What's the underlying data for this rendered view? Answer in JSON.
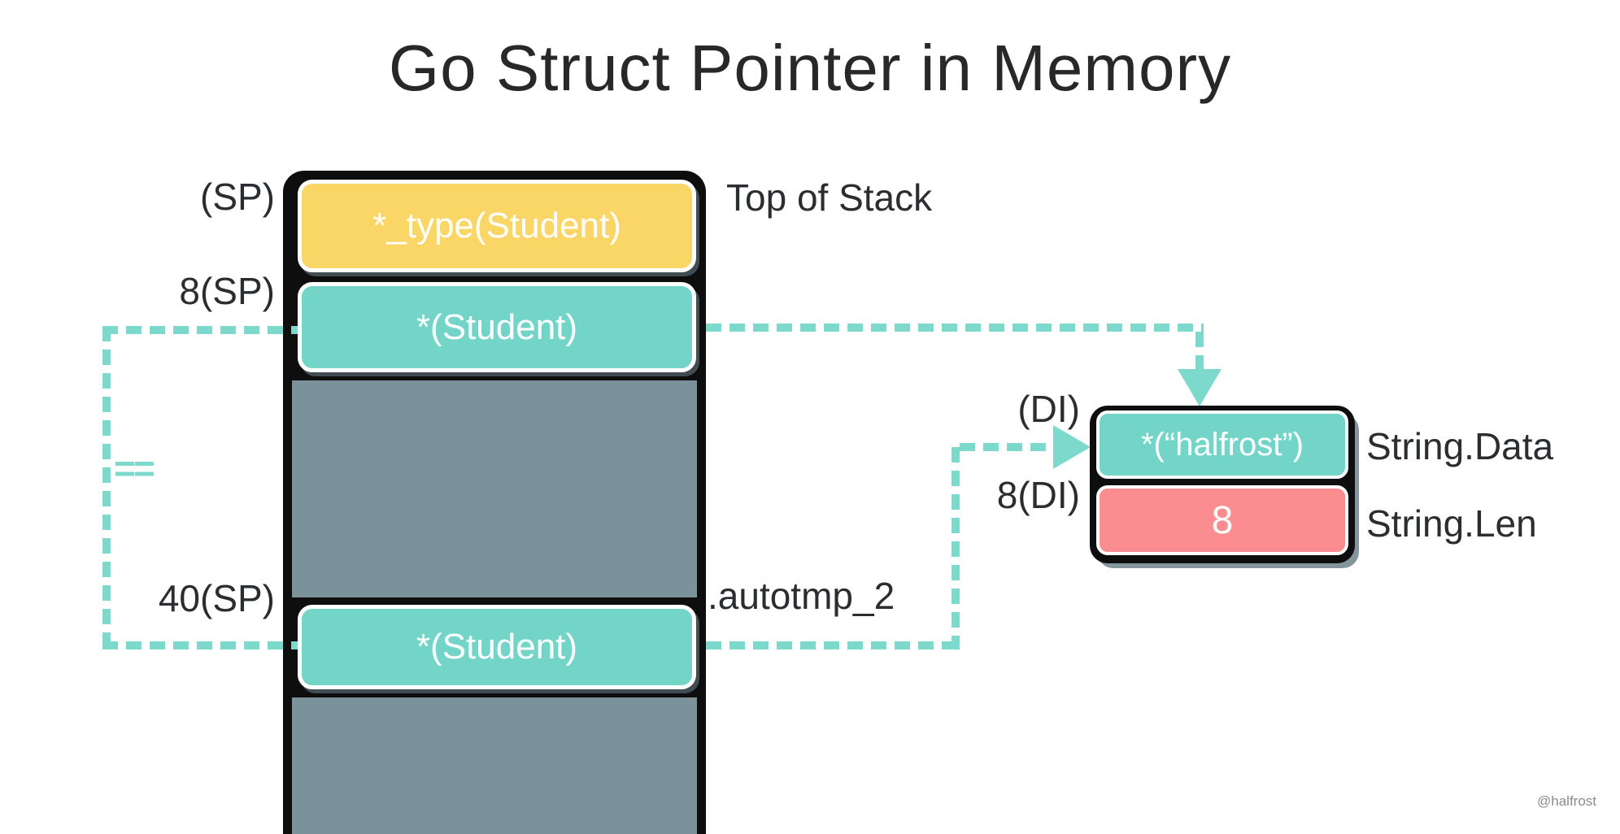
{
  "title": "Go Struct Pointer in Memory",
  "stack": {
    "top_label": "Top of Stack",
    "autotmp_label": ".autotmp_2",
    "offsets": {
      "sp0": "(SP)",
      "sp8": "8(SP)",
      "sp40": "40(SP)"
    },
    "cells": [
      {
        "label": "*_type(Student)",
        "kind": "type-pointer"
      },
      {
        "label": "*(Student)",
        "kind": "struct-pointer"
      },
      {
        "label": "",
        "kind": "empty"
      },
      {
        "label": "*(Student)",
        "kind": "struct-pointer"
      },
      {
        "label": "",
        "kind": "empty"
      }
    ]
  },
  "string_struct": {
    "offsets": {
      "di0": "(DI)",
      "di8": "8(DI)"
    },
    "data_value": "*(“halfrost”)",
    "len_value": "8",
    "data_field": "String.Data",
    "len_field": "String.Len"
  },
  "equality_label": "==",
  "watermark": "@halfrost",
  "colors": {
    "type_cell": "#F9D665",
    "pointer_cell": "#73D5C8",
    "empty_cell": "#7C929B",
    "len_cell": "#FB8D90",
    "pointer_line": "#7ED9CD",
    "frame": "#0E0E0E",
    "label_text": "#2B2E30"
  }
}
